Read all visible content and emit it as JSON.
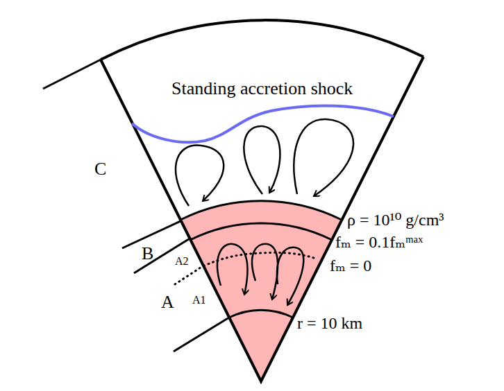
{
  "diagram": {
    "labels": [
      "Standing accretion shock",
      "C",
      "ρ = 10¹⁰ g/cm³",
      "fₘ = 0.1fₘᵐᵃˣ",
      "B",
      "A2",
      "fₘ = 0",
      "A",
      "A1",
      "r = 10 km"
    ]
  }
}
